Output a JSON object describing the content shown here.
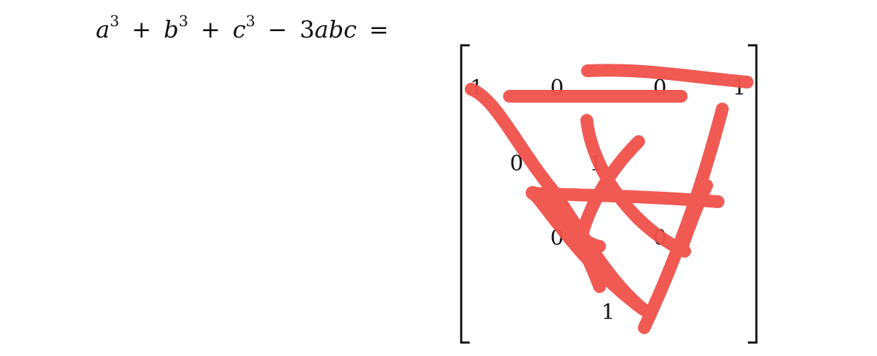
{
  "equation": {
    "parts": [
      "a",
      "3",
      "+",
      "b",
      "3",
      "+",
      "c",
      "3",
      "−",
      "3",
      "abc",
      "="
    ]
  },
  "matrix": {
    "visible_entries": [
      "1",
      "0",
      "0",
      "1",
      "0",
      "1",
      "0",
      "0",
      "1"
    ]
  },
  "scribble": {
    "color": "#f0524a"
  }
}
